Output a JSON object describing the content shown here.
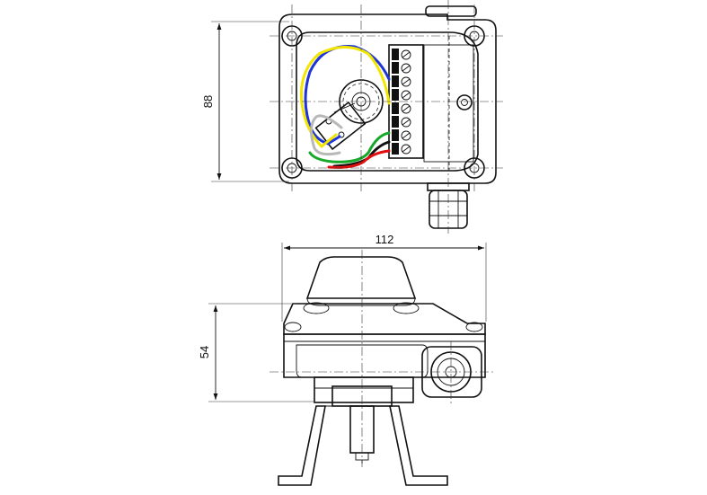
{
  "dimensions": {
    "height_top_view": "88",
    "width_front_view": "112",
    "height_front_view": "54"
  },
  "wire_colors": {
    "blue": "#1f35d6",
    "yellow": "#f2e600",
    "grey": "#b8b8b8",
    "green": "#17a82a",
    "black": "#111111",
    "red": "#e01010"
  }
}
